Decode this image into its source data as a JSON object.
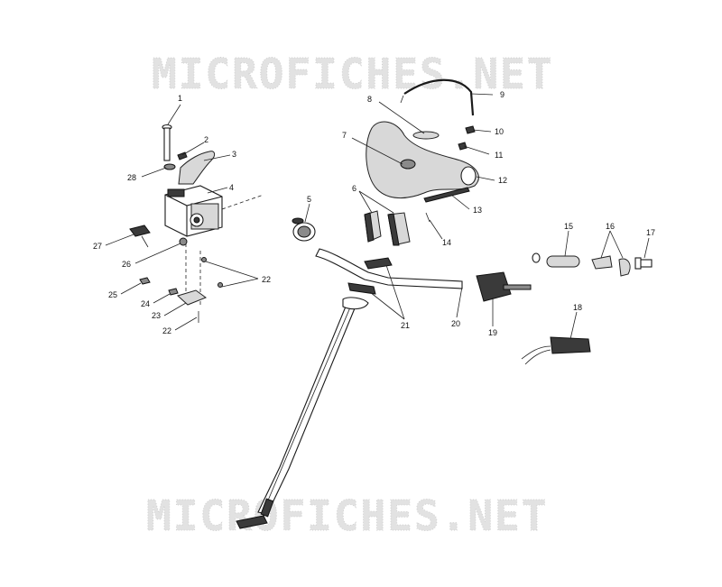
{
  "watermark": {
    "top": "MICROFICHES.NET",
    "bottom": "MICROFICHES.NET"
  },
  "callouts": [
    "1",
    "2",
    "3",
    "4",
    "5",
    "6",
    "7",
    "8",
    "9",
    "10",
    "11",
    "12",
    "13",
    "14",
    "15",
    "16",
    "17",
    "18",
    "19",
    "20",
    "21",
    "22",
    "22",
    "23",
    "24",
    "25",
    "26",
    "27",
    "28"
  ]
}
